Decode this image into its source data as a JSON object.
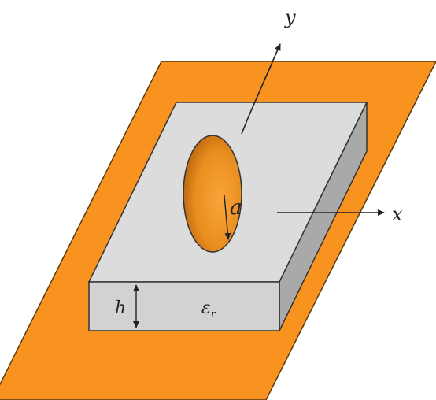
{
  "colors": {
    "ground_plane": "#F7931E",
    "ground_edge": "#5a3a10",
    "substrate_top": "#DCDCDC",
    "substrate_front": "#D2D2D2",
    "substrate_side": "#A9A9A9",
    "outline": "#333333",
    "hole_inner": "#E08A1E"
  },
  "labels": {
    "y_axis": "y",
    "x_axis": "x",
    "radius": "a",
    "height": "h",
    "permittivity": "ε",
    "permittivity_sub": "r"
  }
}
